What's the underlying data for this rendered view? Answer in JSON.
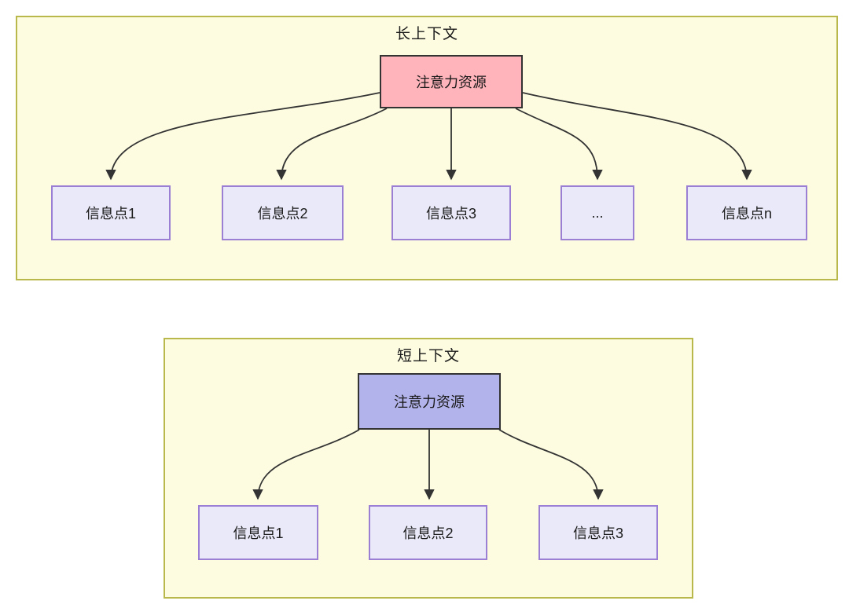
{
  "panels": [
    {
      "id": "long-context",
      "title": "长上下文",
      "source_label": "注意力资源",
      "source_color": "#ffb3ba",
      "targets": [
        "信息点1",
        "信息点2",
        "信息点3",
        "...",
        "信息点n"
      ]
    },
    {
      "id": "short-context",
      "title": "短上下文",
      "source_label": "注意力资源",
      "source_color": "#b3b3ec",
      "targets": [
        "信息点1",
        "信息点2",
        "信息点3"
      ]
    }
  ],
  "colors": {
    "panel_bg": "#fdfce1",
    "panel_border": "#b8b84b",
    "long_source_bg": "#ffb3ba",
    "short_source_bg": "#b3b3ec",
    "source_border": "#333333",
    "info_bg": "#e9e9f9",
    "info_border": "#9b7fd4",
    "arrow": "#333333",
    "text": "#1a1a1a"
  }
}
